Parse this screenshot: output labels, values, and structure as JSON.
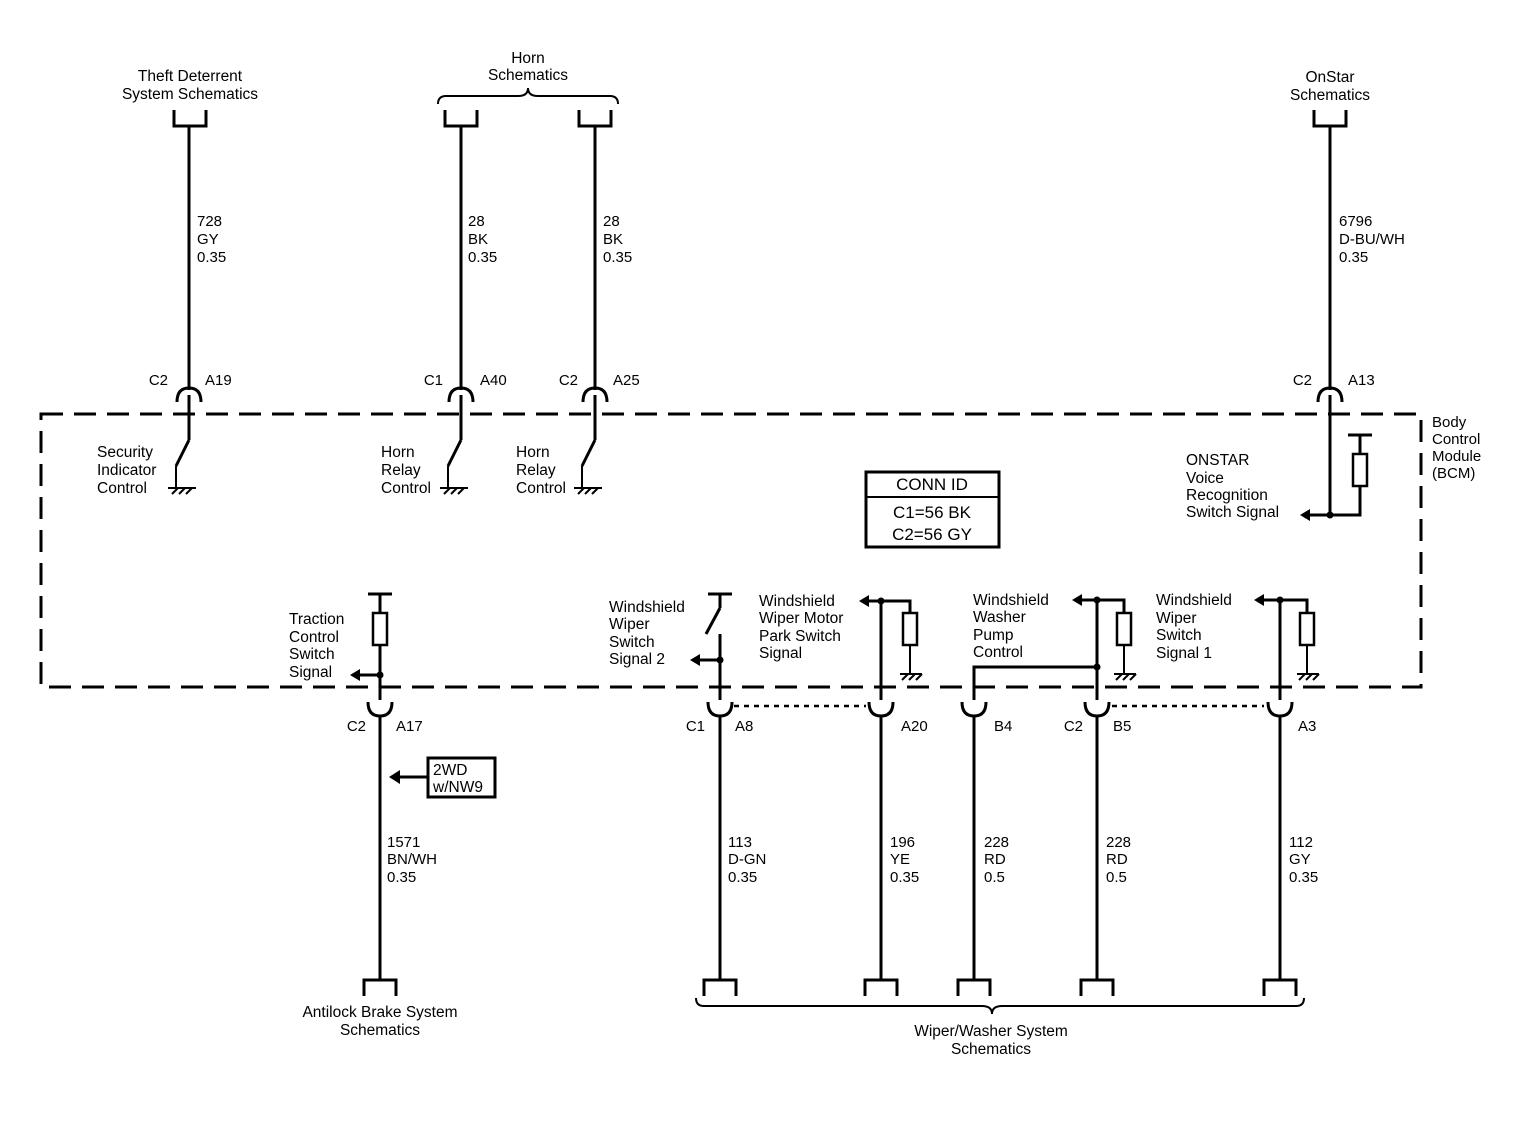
{
  "top_destinations": {
    "theft": [
      "Theft Deterrent",
      "System Schematics"
    ],
    "horn": [
      "Horn",
      "Schematics"
    ],
    "onstar": [
      "OnStar",
      "Schematics"
    ]
  },
  "bottom_destinations": {
    "abs": [
      "Antilock Brake System",
      "Schematics"
    ],
    "wiper": [
      "Wiper/Washer System",
      "Schematics"
    ]
  },
  "module": {
    "name": [
      "Body",
      "Control",
      "Module",
      "(BCM)"
    ],
    "conn_id_title": "CONN ID",
    "conn_id_rows": [
      "C1=56 BK",
      "C2=56 GY"
    ]
  },
  "option_box": [
    "2WD",
    "w/NW9"
  ],
  "circuits": {
    "security": {
      "wire": [
        "728",
        "GY",
        "0.35"
      ],
      "connector": "C2",
      "pin": "A19",
      "function": [
        "Security",
        "Indicator",
        "Control"
      ]
    },
    "horn1": {
      "wire": [
        "28",
        "BK",
        "0.35"
      ],
      "connector": "C1",
      "pin": "A40",
      "function": [
        "Horn",
        "Relay",
        "Control"
      ]
    },
    "horn2": {
      "wire": [
        "28",
        "BK",
        "0.35"
      ],
      "connector": "C2",
      "pin": "A25",
      "function": [
        "Horn",
        "Relay",
        "Control"
      ]
    },
    "onstar": {
      "wire": [
        "6796",
        "D-BU/WH",
        "0.35"
      ],
      "connector": "C2",
      "pin": "A13",
      "function": [
        "ONSTAR",
        "Voice",
        "Recognition",
        "Switch Signal"
      ]
    },
    "traction": {
      "wire": [
        "1571",
        "BN/WH",
        "0.35"
      ],
      "connector": "C2",
      "pin": "A17",
      "function": [
        "Traction",
        "Control",
        "Switch",
        "Signal"
      ]
    },
    "wiper2": {
      "wire": [
        "113",
        "D-GN",
        "0.35"
      ],
      "connector": "C1",
      "pin": "A8",
      "function": [
        "Windshield",
        "Wiper",
        "Switch",
        "Signal 2"
      ]
    },
    "park": {
      "wire": [
        "196",
        "YE",
        "0.35"
      ],
      "pin": "A20",
      "function": [
        "Windshield",
        "Wiper Motor",
        "Park Switch",
        "Signal"
      ]
    },
    "pump_b4": {
      "wire": [
        "228",
        "RD",
        "0.5"
      ],
      "pin": "B4"
    },
    "pump_b5": {
      "wire": [
        "228",
        "RD",
        "0.5"
      ],
      "connector": "C2",
      "pin": "B5",
      "function": [
        "Windshield",
        "Washer",
        "Pump",
        "Control"
      ]
    },
    "wiper1": {
      "wire": [
        "112",
        "GY",
        "0.35"
      ],
      "pin": "A3",
      "function": [
        "Windshield",
        "Wiper",
        "Switch",
        "Signal 1"
      ]
    }
  }
}
